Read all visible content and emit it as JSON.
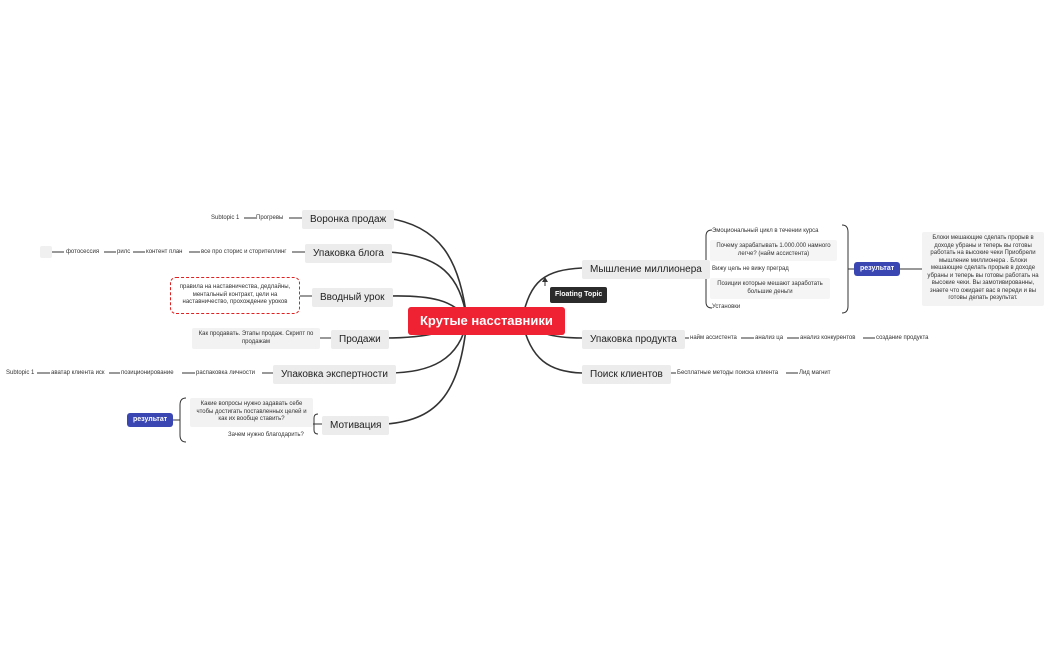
{
  "central": "Крутые насставники",
  "floating": "Floating Topic",
  "left": {
    "voronka": {
      "title": "Воронка продаж",
      "items": [
        "Прогревы",
        "Subtopic 1"
      ]
    },
    "blog": {
      "title": "Упаковка блога",
      "items": [
        "все про сторис и сторителлинг",
        "контент план",
        "рилс",
        "фотосессия"
      ]
    },
    "vvodny": {
      "title": "Вводный урок",
      "note": "правила на наставничества, дедлайны, ментальный контракт, цели на наставничество,  прохождение уроков"
    },
    "prodazhi": {
      "title": "Продажи",
      "note": "Как продавать. Этапы продаж. Скрипт по продажам"
    },
    "expert": {
      "title": "Упаковка экспертности",
      "items": [
        "распаковка личности",
        "позиционирование",
        "аватар клиента иск",
        "Subtopic 1"
      ]
    },
    "motiv": {
      "title": "Мотивация",
      "q1": "Какие вопросы нужно задавать себе чтобы достигать поставленных целей и как их вообще ставить?",
      "q2": "Зачем нужно благодарить?",
      "tag": "результат"
    }
  },
  "right": {
    "mysh": {
      "title": "Мышление миллионера",
      "items": [
        "Эмоциональный цикл в течении курса",
        "Почему зарабатывать 1.000.000 намного легче? (найм ассистента)",
        "Вижу цель не вижу преград",
        "Позиции которые мешают заработать большие деньги",
        "Установки"
      ],
      "tag": "результат",
      "result": "Блоки мешающие сделать прорыв в доходе убраны и теперь вы готовы работать на высокие чеки Приобрели мышление миллионера . Блоки мешающие сделать прорыв в доходе убраны и теперь вы готовы работать на высокие чеки. Вы замотивированны, знаете что ожидает вас в переди и вы готовы делать результат."
    },
    "produkt": {
      "title": "Упаковка продукта",
      "items": [
        "найм ассистента",
        "анализ ца",
        "анализ конкурентов",
        "создание продукта"
      ]
    },
    "poisk": {
      "title": "Поиск клиентов",
      "items": [
        "Бесплатные методы поиска клиента",
        "Лид магнит"
      ]
    }
  }
}
